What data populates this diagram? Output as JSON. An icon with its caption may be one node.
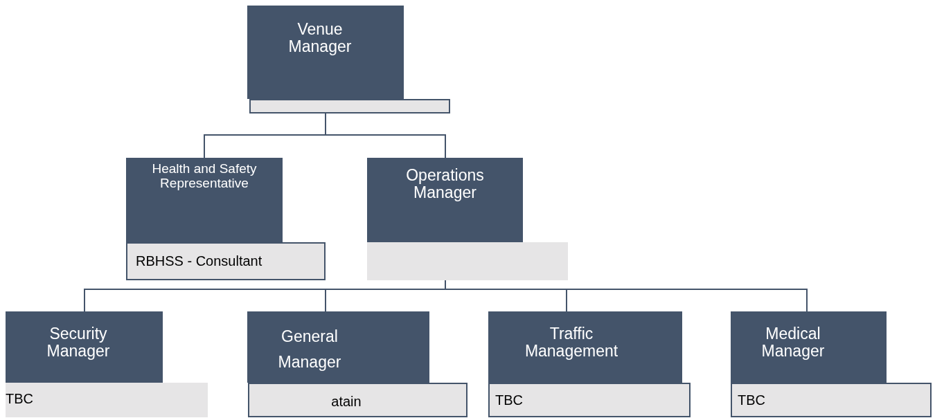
{
  "diagram": {
    "nodes": [
      {
        "text": [
          "Venue Manager"
        ]
      },
      {
        "text": [],
        "shape": "box"
      },
      {
        "text": [
          "Health and Safety Representative"
        ]
      },
      {
        "text": [
          "RBHSS - Consultant"
        ]
      },
      {
        "text": [
          "Operations Manager"
        ]
      },
      {
        "text": [],
        "shape": "box"
      },
      {
        "text": [
          "Security Manager"
        ]
      },
      {
        "text": [
          "TBC"
        ]
      },
      {
        "text": [
          "General Manager"
        ]
      },
      {
        "text": [
          "atain"
        ]
      },
      {
        "text": [
          "Traffic Management"
        ]
      },
      {
        "text": [
          "TBC"
        ]
      },
      {
        "text": [
          "Medical Manager"
        ]
      },
      {
        "text": [
          "TBC"
        ]
      }
    ],
    "edges": [
      {
        "from": 1,
        "to": 2,
        "arrow": "none"
      },
      {
        "from": 1,
        "to": 4,
        "arrow": "none"
      },
      {
        "from": 5,
        "to": 6,
        "arrow": "none"
      },
      {
        "from": 5,
        "to": 8,
        "arrow": "none"
      },
      {
        "from": 5,
        "to": 10,
        "arrow": "none"
      },
      {
        "from": 5,
        "to": 12,
        "arrow": "none"
      }
    ]
  }
}
